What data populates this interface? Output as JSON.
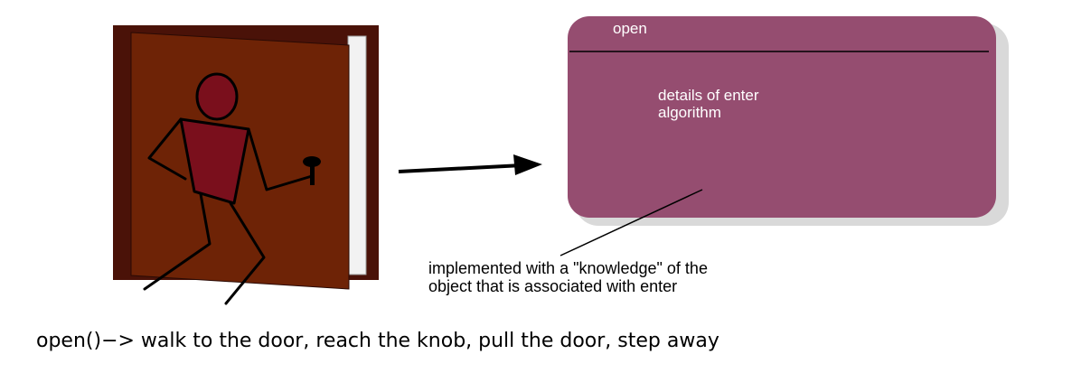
{
  "colors": {
    "door_frame": "#4a1208",
    "door_panel": "#6e2306",
    "door_gap": "#f2f2f2",
    "figure_head_body": "#7a0f1c",
    "method_box_fill": "#954d70",
    "method_box_shadow": "#d9d9d9",
    "method_box_text": "#ffffff",
    "ink": "#000000"
  },
  "method_box": {
    "title": "open",
    "body_lines": [
      "details of enter",
      "algorithm"
    ]
  },
  "note": {
    "lines": [
      "implemented with a \"knowledge\" of the",
      "object that is associated with enter"
    ]
  },
  "caption": "open()−> walk to the door, reach the knob, pull the door, step away"
}
